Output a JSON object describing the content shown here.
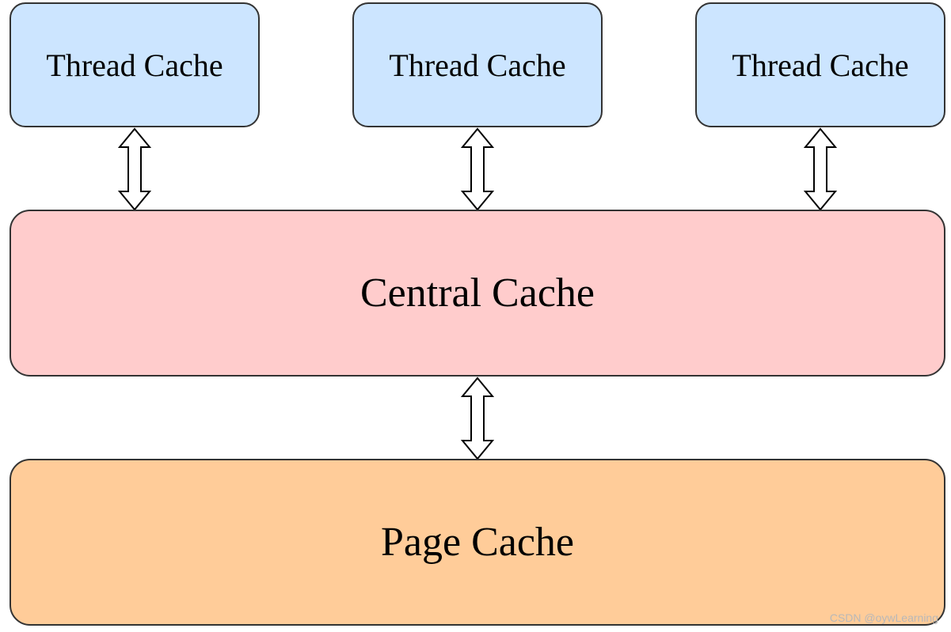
{
  "thread_caches": [
    {
      "label": "Thread Cache"
    },
    {
      "label": "Thread Cache"
    },
    {
      "label": "Thread Cache"
    }
  ],
  "central_cache": {
    "label": "Central Cache"
  },
  "page_cache": {
    "label": "Page Cache"
  },
  "watermark": "CSDN @oywLearning",
  "colors": {
    "thread_fill": "#cce5ff",
    "central_fill": "#ffcccc",
    "page_fill": "#ffcc99",
    "stroke": "#333333"
  }
}
